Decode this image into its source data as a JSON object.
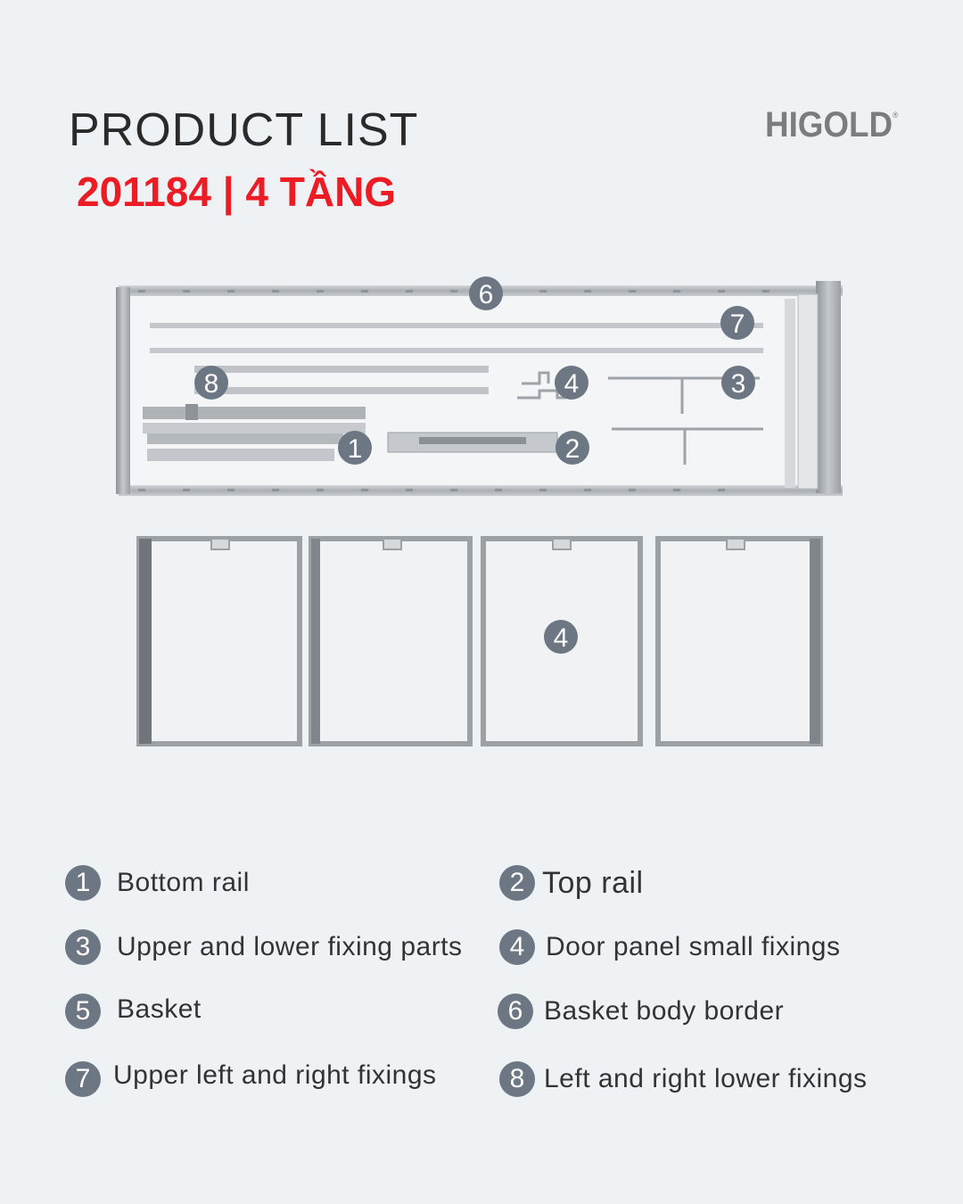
{
  "header": {
    "title": "PRODUCT LIST",
    "subtitle": "201184 | 4 TẦNG",
    "brand": "HIGOLD",
    "brand_mark": "®"
  },
  "figure_callouts": {
    "c1": "1",
    "c2": "2",
    "c3": "3",
    "c4_small": "4",
    "c4_panels": "4",
    "c6": "6",
    "c7": "7",
    "c8": "8"
  },
  "legend": [
    {
      "number": "1",
      "label": "Bottom rail"
    },
    {
      "number": "2",
      "label": "Top rail"
    },
    {
      "number": "3",
      "label": "Upper and lower fixing parts"
    },
    {
      "number": "4",
      "label": "Door panel small fixings"
    },
    {
      "number": "5",
      "label": "Basket"
    },
    {
      "number": "6",
      "label": "Basket body border"
    },
    {
      "number": "7",
      "label": "Upper left and right fixings"
    },
    {
      "number": "8",
      "label": "Left and right lower fixings"
    }
  ],
  "colors": {
    "background": "#eef2f5",
    "accent_red": "#ec1c24",
    "badge": "#6d7783",
    "frame_metal": "#b9bec3"
  }
}
